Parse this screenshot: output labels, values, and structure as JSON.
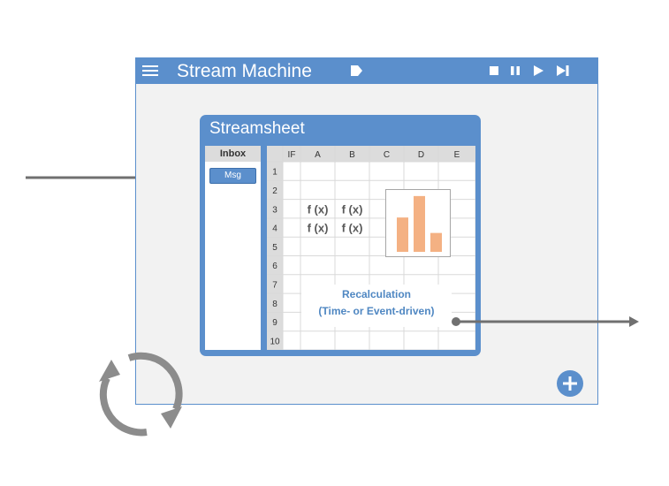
{
  "machine": {
    "title": "Stream Machine",
    "controls": [
      "tag-icon",
      "stop-icon",
      "pause-icon",
      "play-icon",
      "next-icon"
    ]
  },
  "streamsheet": {
    "title": "Streamsheet",
    "inbox": {
      "header": "Inbox",
      "message": "Msg"
    },
    "grid": {
      "columns": [
        "IF",
        "A",
        "B",
        "C",
        "D",
        "E"
      ],
      "rows": [
        "1",
        "2",
        "3",
        "4",
        "5",
        "6",
        "7",
        "8",
        "9",
        "10"
      ],
      "formulas": [
        {
          "cell": "A3",
          "text": "f (x)"
        },
        {
          "cell": "B3",
          "text": "f (x)"
        },
        {
          "cell": "A4",
          "text": "f (x)"
        },
        {
          "cell": "B4",
          "text": "f (x)"
        }
      ]
    },
    "recalculation": {
      "line1": "Recalculation",
      "line2": "(Time- or Event-driven)"
    }
  },
  "chart_data": {
    "type": "bar",
    "categories": [
      "",
      "",
      ""
    ],
    "values": [
      40,
      65,
      22
    ],
    "ylim": [
      0,
      70
    ],
    "color": "#f4b183"
  },
  "colors": {
    "accent": "#5b8fcc",
    "arrow": "#707070",
    "bar": "#f4b183",
    "recalc_text": "#4f87c2"
  }
}
